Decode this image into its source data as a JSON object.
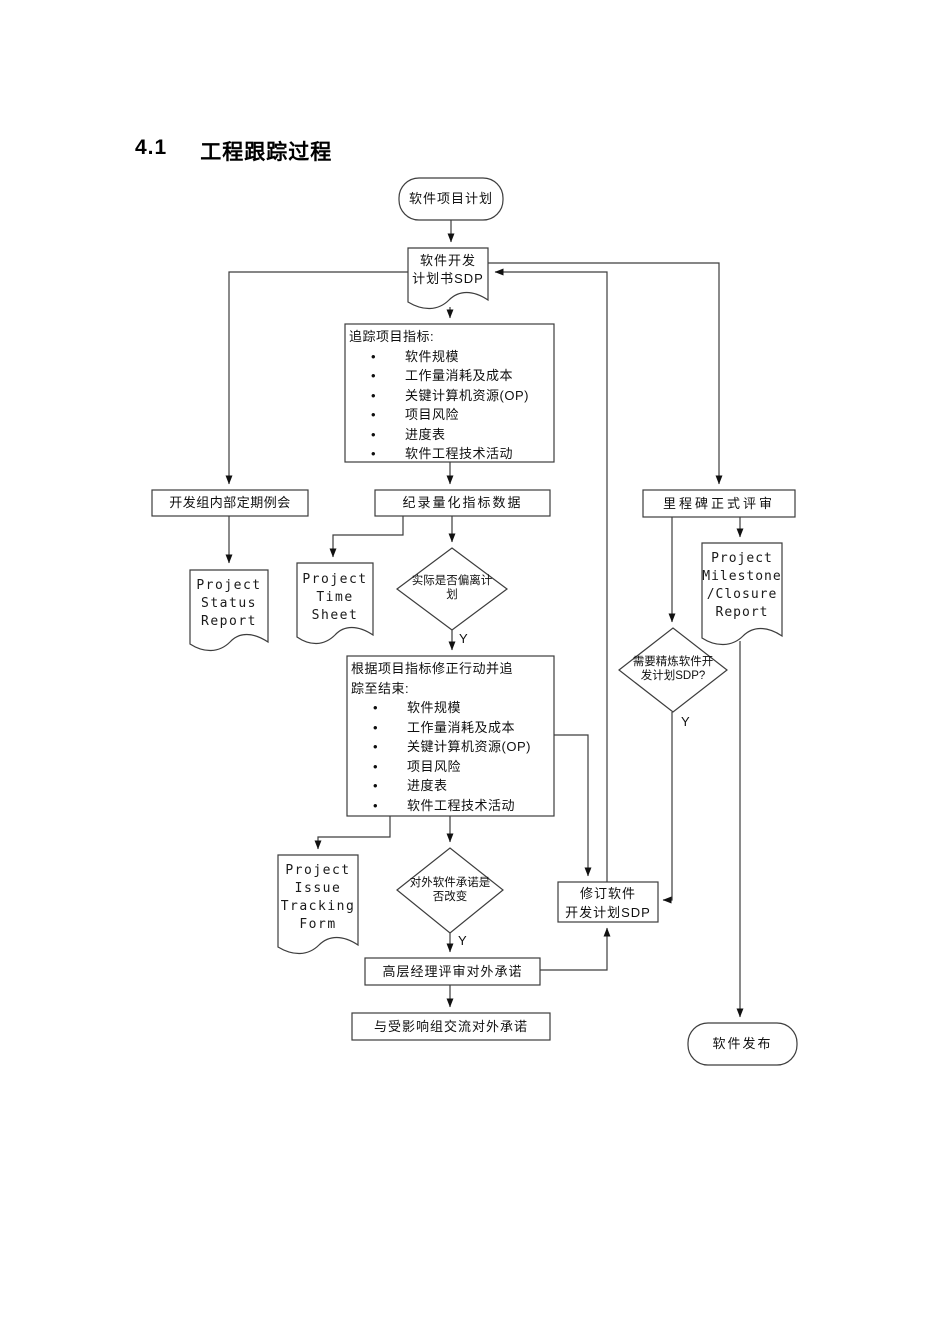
{
  "page": {
    "section_number": "4.1",
    "section_title": "工程跟踪过程"
  },
  "flow": {
    "start": {
      "label": "软件项目计划"
    },
    "sdp_doc": {
      "line1": "软件开发",
      "line2": "计划书SDP"
    },
    "track_box": {
      "heading": "追踪项目指标:",
      "bullet": "•",
      "items": [
        "软件规模",
        "工作量消耗及成本",
        "关键计算机资源(OP)",
        "项目风险",
        "进度表",
        "软件工程技术活动"
      ]
    },
    "meeting_box": {
      "label": "开发组内部定期例会"
    },
    "record_box": {
      "label": "纪录量化指标数据"
    },
    "milestone_box": {
      "label": "里程碑正式评审"
    },
    "status_doc": {
      "lines": [
        "Project",
        "Status",
        "Report"
      ]
    },
    "timesheet_doc": {
      "lines": [
        "Project",
        "Time",
        "Sheet"
      ]
    },
    "milestone_doc": {
      "lines": [
        "Project",
        "Milestone",
        "/Closure",
        "Report"
      ]
    },
    "deviate_diamond": {
      "line1": "实际是否偏离计",
      "line2": "划"
    },
    "refine_diamond": {
      "line1": "需要精炼软件开",
      "line2": "发计划SDP?"
    },
    "correct_box": {
      "heading_line1": "根据项目指标修正行动并追",
      "heading_line2": "踪至结束:",
      "bullet": "•",
      "items": [
        "软件规模",
        "工作量消耗及成本",
        "关键计算机资源(OP)",
        "项目风险",
        "进度表",
        "软件工程技术活动"
      ]
    },
    "issue_doc": {
      "lines": [
        "Project",
        "Issue",
        "Tracking",
        "Form"
      ]
    },
    "commit_diamond": {
      "line1": "对外软件承诺是",
      "line2": "否改变"
    },
    "revise_box": {
      "line1": "修订软件",
      "line2": "开发计划SDP"
    },
    "review_box": {
      "label": "高层经理评审对外承诺"
    },
    "communicate_box": {
      "label": "与受影响组交流对外承诺"
    },
    "release": {
      "label": "软件发布"
    },
    "yes_labels": {
      "deviate": "Y",
      "refine": "Y",
      "commit": "Y"
    }
  },
  "colors": {
    "line": "#3d3d3d",
    "text": "#0f0f0f",
    "background": "#ffffff"
  }
}
